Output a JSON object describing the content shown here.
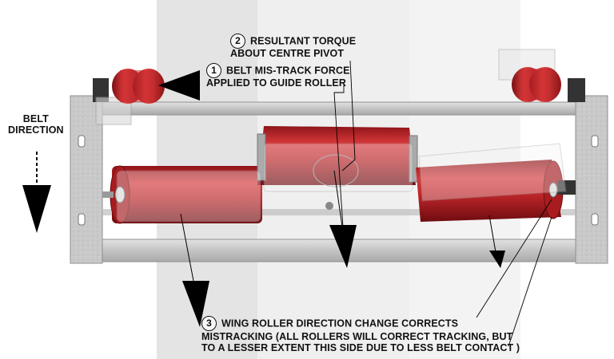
{
  "belt_direction": {
    "line1": "BELT",
    "line2": "DIRECTION"
  },
  "callouts": [
    {
      "number": "1",
      "line1": "BELT MIS-TRACK FORCE",
      "line2": "APPLIED TO GUIDE ROLLER"
    },
    {
      "number": "2",
      "line1": "RESULTANT TORQUE",
      "line2": "ABOUT CENTRE PIVOT"
    },
    {
      "number": "3",
      "line1": "WING ROLLER DIRECTION CHANGE CORRECTS",
      "line2": "MISTRACKING (ALL ROLLERS WILL CORRECT TRACKING, BUT",
      "line3": "TO A LESSER EXTENT THIS SIDE DUE TO LESS BELT CONTACT )"
    }
  ],
  "colors": {
    "roller_red": "#c0262a",
    "frame_galvanized": "#c8c8c8",
    "belt_overlay": "#e6e6e6",
    "arrow": "#000000"
  }
}
